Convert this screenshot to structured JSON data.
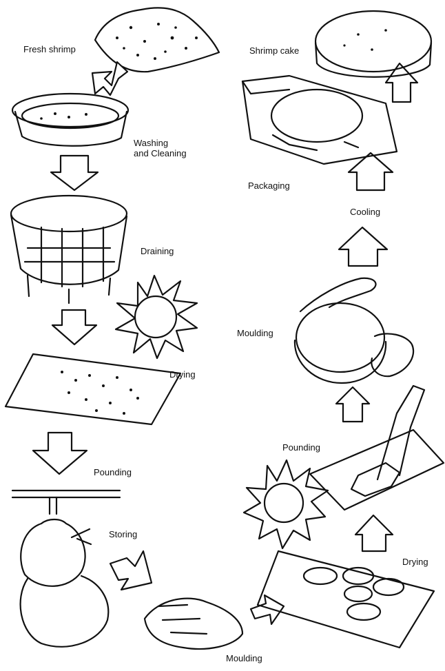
{
  "labels": {
    "fresh_shrimp": "Fresh shrimp",
    "washing": "Washing\nand Cleaning",
    "draining": "Draining",
    "drying_left": "Drying",
    "pounding_left": "Pounding",
    "storing": "Storing",
    "moulding_bottom": "Moulding",
    "drying_right": "Drying",
    "pounding_right": "Pounding",
    "moulding_right": "Moulding",
    "cooling": "Cooling",
    "packaging": "Packaging",
    "shrimp_cake": "Shrimp cake"
  },
  "colors": {
    "ink": "#111111",
    "paper": "#ffffff"
  },
  "arrow_icons": [
    "down-arrow",
    "down-arrow",
    "down-arrow",
    "down-arrow",
    "right-arrow",
    "right-arrow",
    "up-arrow",
    "up-arrow",
    "up-arrow",
    "up-arrow",
    "up-arrow"
  ]
}
